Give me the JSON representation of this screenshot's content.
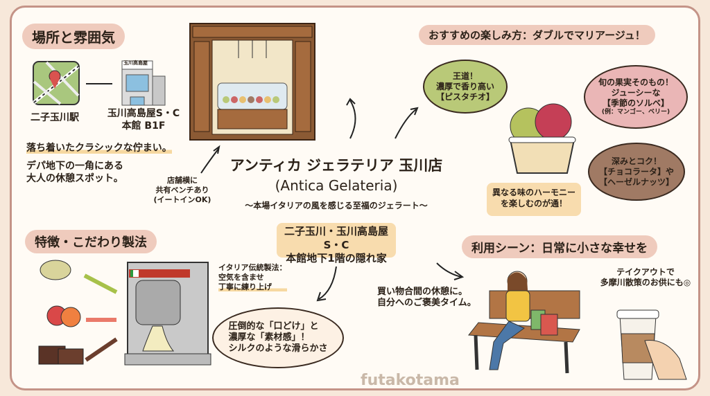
{
  "title": {
    "main": "アンティカ ジェラテリア 玉川店",
    "english": "(Antica Gelateria)",
    "tagline": "〜本場イタリアの風を感じる至福のジェラート〜",
    "location_box": [
      "二子玉川・玉川高島屋S・C",
      "本館地下1階の隠れ家"
    ]
  },
  "location": {
    "heading": "場所と雰囲気",
    "station": "二子玉川駅",
    "building_sign": "玉川高島屋",
    "building": [
      "玉川高島屋S・C",
      "本館 B1F"
    ],
    "atmosphere": "落ち着いたクラシックな佇まい。",
    "desc": [
      "デパ地下の一角にある",
      "大人の休憩スポット。"
    ],
    "bench_note": [
      "店舗横に",
      "共有ベンチあり",
      "(イートインOK)"
    ]
  },
  "enjoy": {
    "heading": "おすすめの楽しみ方：ダブルでマリアージュ！",
    "pistachio": [
      "王道！",
      "濃厚で香り高い",
      "【ピスタチオ】"
    ],
    "sorbet": [
      "旬の果実そのもの！",
      "ジューシーな",
      "【季節のソルベ】",
      "(例：マンゴー、ベリー)"
    ],
    "choco": [
      "深みとコク！",
      "【チョコラータ】や",
      "【ヘーゼルナッツ】"
    ],
    "harmony": [
      "異なる味のハーモニー",
      "を楽しむのが通！"
    ]
  },
  "features": {
    "heading": "特徴・こだわり製法",
    "method": [
      "イタリア伝統製法：",
      "空気を含ませ",
      "丁寧に練り上げ"
    ],
    "bubble": [
      "圧倒的な「口どけ」と",
      "濃厚な「素材感」！",
      "シルクのような滑らかさ"
    ]
  },
  "scene": {
    "heading": "利用シーン：日常に小さな幸せを",
    "break": [
      "買い物合間の休憩に。",
      "自分へのご褒美タイム。"
    ],
    "takeout": [
      "テイクアウトで",
      "多摩川散策のお供にも◎"
    ]
  },
  "watermark": "futakotama",
  "colors": {
    "pill": "#efcbbd",
    "border": "#c49387",
    "green": "#b9c978",
    "pink": "#eab6b6",
    "brown": "#a07a64",
    "box": "#f8dcae"
  }
}
